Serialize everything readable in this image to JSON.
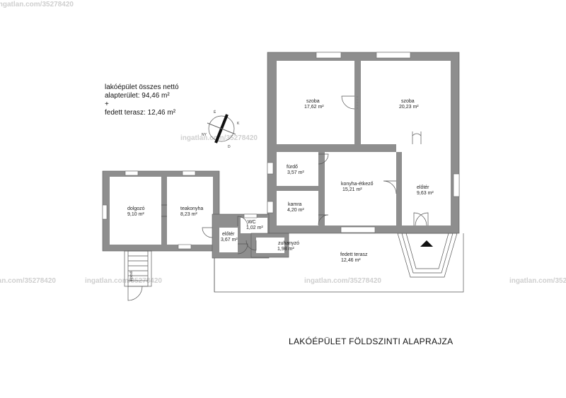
{
  "title": "LAKÓÉPÜLET FÖLDSZINTI ALAPRAJZA",
  "summary": {
    "line1": "lakóépület összes nettó",
    "line2": "alapterület: 94,46 m²",
    "line3": "+",
    "line4": "fedett terasz: 12,46 m²"
  },
  "rooms": {
    "szoba1": {
      "name": "szoba",
      "area": "17,62 m²"
    },
    "szoba2": {
      "name": "szoba",
      "area": "20,23 m²"
    },
    "furdo": {
      "name": "fürdő",
      "area": "3,57 m²"
    },
    "konyha": {
      "name": "konyha-étkező",
      "area": "15,21 m²"
    },
    "eloter_right": {
      "name": "előtér",
      "area": "9,63 m²"
    },
    "kamra": {
      "name": "kamra",
      "area": "4,20 m²"
    },
    "dolgozo": {
      "name": "dolgozó",
      "area": "9,10 m²"
    },
    "teakonyha": {
      "name": "teakonyha",
      "area": "8,23 m²"
    },
    "wc": {
      "name": "WC",
      "area": "1,02 m²"
    },
    "eloter_left": {
      "name": "előtér",
      "area": "3,67 m²"
    },
    "zuhanyzo": {
      "name": "zuhanyzó",
      "area": "1,98 m²"
    },
    "terasz": {
      "name": "fedett terasz",
      "area": "12,46 m²"
    }
  },
  "compass": {
    "n": "É",
    "e": "K",
    "s": "D",
    "w": "NY"
  },
  "stair_label": "lépcső",
  "watermark": "ingatlan.com/35278420"
}
